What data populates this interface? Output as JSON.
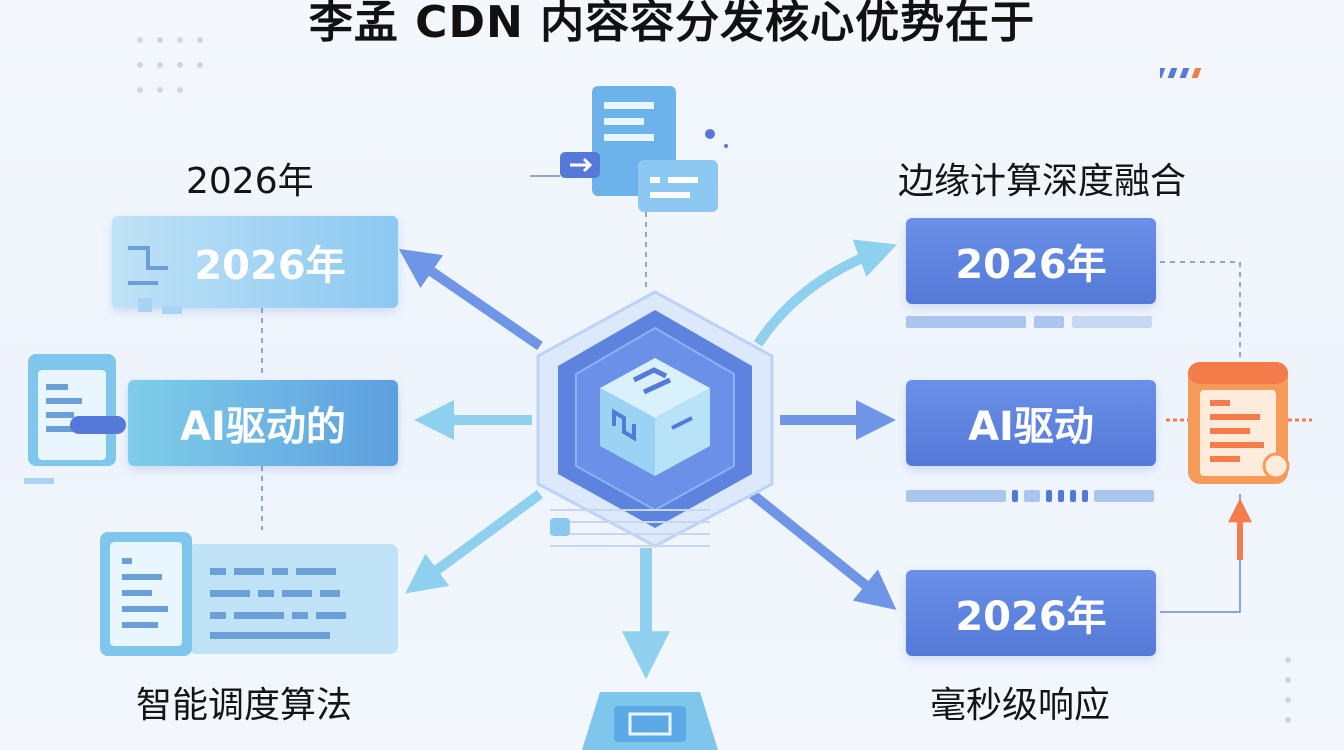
{
  "title": "李孟 CDN 内容容分发核心优势在于",
  "captions": {
    "top_left": "2026年",
    "top_right": "边缘计算深度融合",
    "bottom_left": "智能调度算法",
    "bottom_right": "毫秒级响应"
  },
  "left_boxes": [
    {
      "label": "2026年"
    },
    {
      "label": "AI驱动的"
    }
  ],
  "right_boxes": [
    {
      "label": "2026年"
    },
    {
      "label": "AI驱动"
    },
    {
      "label": "2026年"
    }
  ],
  "colors": {
    "accent_blue": "#5479d8",
    "light_blue": "#8cc8f1",
    "orange": "#f47b4a",
    "arrow_blue": "#6f96e6"
  }
}
